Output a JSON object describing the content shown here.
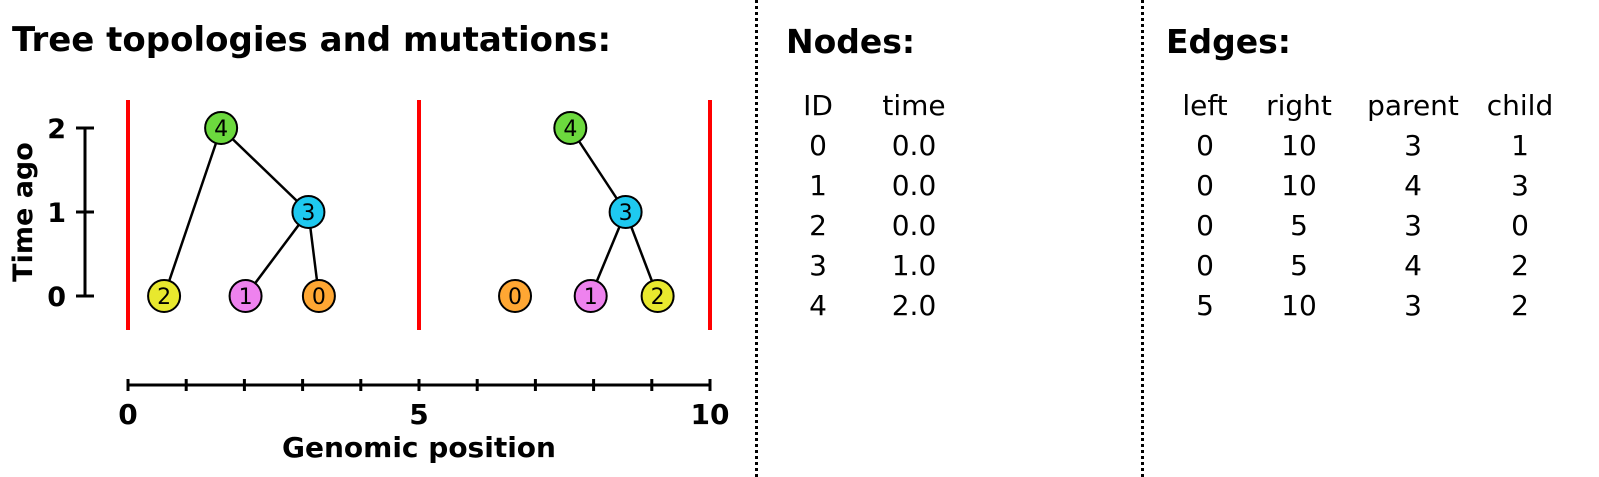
{
  "figure": {
    "title": "Tree topologies and mutations:",
    "y_axis": {
      "label": "Time ago",
      "ticks": [
        2,
        1,
        0
      ]
    },
    "x_axis": {
      "label": "Genomic position",
      "ticks": [
        0,
        1,
        2,
        3,
        4,
        5,
        6,
        7,
        8,
        9,
        10
      ],
      "labeled_ticks": [
        0,
        5,
        10
      ]
    },
    "breakpoints": {
      "positions": [
        0,
        5,
        10
      ],
      "color": "#ff0000"
    },
    "node_colors": {
      "0": "#ffa733",
      "1": "#ee82ee",
      "2": "#e8e82e",
      "3": "#1ec9f0",
      "4": "#6cd93e"
    },
    "trees": [
      {
        "interval": [
          0,
          5
        ],
        "nodes": [
          {
            "id": 4,
            "time": 2,
            "x": 1.6
          },
          {
            "id": 3,
            "time": 1,
            "x": 3.1
          },
          {
            "id": 2,
            "time": 0,
            "x": 0.62
          },
          {
            "id": 1,
            "time": 0,
            "x": 2.02
          },
          {
            "id": 0,
            "time": 0,
            "x": 3.28
          }
        ],
        "edges": [
          [
            4,
            2
          ],
          [
            4,
            3
          ],
          [
            3,
            1
          ],
          [
            3,
            0
          ]
        ]
      },
      {
        "interval": [
          5,
          10
        ],
        "nodes": [
          {
            "id": 4,
            "time": 2,
            "x": 7.6
          },
          {
            "id": 3,
            "time": 1,
            "x": 8.55
          },
          {
            "id": 0,
            "time": 0,
            "x": 6.65
          },
          {
            "id": 1,
            "time": 0,
            "x": 7.95
          },
          {
            "id": 2,
            "time": 0,
            "x": 9.1
          }
        ],
        "edges": [
          [
            4,
            3
          ],
          [
            3,
            1
          ],
          [
            3,
            2
          ]
        ]
      }
    ]
  },
  "nodes_table": {
    "title": "Nodes:",
    "columns": [
      "ID",
      "time"
    ],
    "rows": [
      [
        "0",
        "0.0"
      ],
      [
        "1",
        "0.0"
      ],
      [
        "2",
        "0.0"
      ],
      [
        "3",
        "1.0"
      ],
      [
        "4",
        "2.0"
      ]
    ]
  },
  "edges_table": {
    "title": "Edges:",
    "columns": [
      "left",
      "right",
      "parent",
      "child"
    ],
    "rows": [
      [
        "0",
        "10",
        "3",
        "1"
      ],
      [
        "0",
        "10",
        "4",
        "3"
      ],
      [
        "0",
        "5",
        "3",
        "0"
      ],
      [
        "0",
        "5",
        "4",
        "2"
      ],
      [
        "5",
        "10",
        "3",
        "2"
      ]
    ]
  }
}
